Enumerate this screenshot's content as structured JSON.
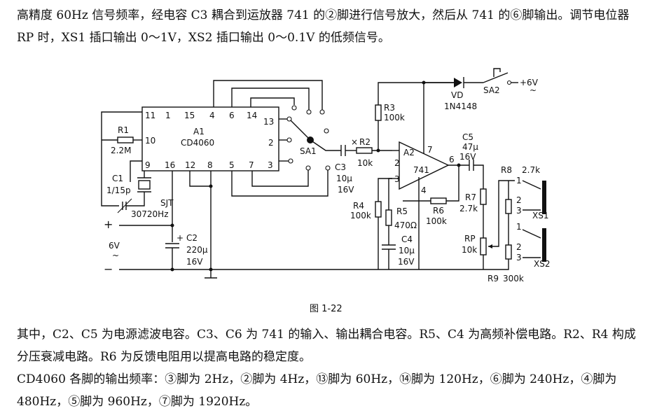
{
  "text": {
    "intro": "高精度 60Hz 信号频率，经电容 C3 耦合到运放器 741 的②脚进行信号放大，然后从 741 的⑥脚输出。调节电位器 RP 时，XS1 插口输出 0～1V，XS2 插口输出 0～0.1V 的低频信号。",
    "caption": "图 1-22",
    "note1": "其中，C2、C5 为电源滤波电容。C3、C6 为 741 的输入、输出耦合电容。R5、C4 为高频补偿电路。R2、R4 构成分压衰减电路。R6 为反馈电阻用以提高电路的稳定度。",
    "note2": "CD4060 各脚的输出频率：③脚为 2Hz，②脚为 4Hz，⑬脚为 60Hz，⑭脚为 120Hz，⑥脚为 240Hz，④脚为 480Hz，⑤脚为 960Hz，⑦脚为 1920Hz。"
  },
  "diagram": {
    "a1": {
      "name": "A1",
      "part": "CD4060",
      "pins_top": [
        "11",
        "1",
        "15",
        "4",
        "6",
        "14"
      ],
      "pins_bottom": [
        "9",
        "16",
        "12",
        "8",
        "5",
        "7",
        "3"
      ],
      "pin_left": "10",
      "pins_right": [
        "13",
        "2"
      ]
    },
    "r1": {
      "name": "R1",
      "value": "2.2M"
    },
    "c1": {
      "name": "C1",
      "value": "1/15p"
    },
    "sjt": {
      "name": "SJT",
      "value": "30720Hz"
    },
    "c2": {
      "name": "C2",
      "value1": "220μ",
      "value2": "16V"
    },
    "supply": {
      "plus": "+",
      "minus": "−",
      "voltage": "6V",
      "tilde": "~"
    },
    "sa1": "SA1",
    "c3": {
      "name": "C3",
      "value1": "10μ",
      "value2": "16V"
    },
    "r2": {
      "name": "R2",
      "value": "10k",
      "mark": "×"
    },
    "r3": {
      "name": "R3",
      "value": "100k"
    },
    "r4": {
      "name": "R4",
      "value": "100k"
    },
    "r5": {
      "name": "R5",
      "value": "470Ω"
    },
    "c4": {
      "name": "C4",
      "value1": "10μ",
      "value2": "16V"
    },
    "r6": {
      "name": "R6",
      "value": "100k"
    },
    "a2": {
      "name": "A2",
      "part": "741",
      "pin2": "2",
      "pin3": "3",
      "pin4": "4",
      "pin6": "6",
      "pin7": "7"
    },
    "vd": {
      "name": "VD",
      "part": "1N4148"
    },
    "sa2": "SA2",
    "supply2": {
      "voltage": "+6V",
      "tilde": "~"
    },
    "c5": {
      "name": "C5",
      "value1": "47μ",
      "value2": "16V"
    },
    "r7": {
      "name": "R7",
      "value": "2.7k"
    },
    "r8": {
      "name": "R8",
      "value": "2.7k"
    },
    "rp": {
      "name": "RP",
      "value": "10k"
    },
    "r9": {
      "name": "R9",
      "value": "300k"
    },
    "xs1": {
      "name": "XS1",
      "pins": [
        "1",
        "2",
        "3"
      ]
    },
    "xs2": {
      "name": "XS2",
      "pins": [
        "1",
        "2",
        "3"
      ]
    }
  }
}
